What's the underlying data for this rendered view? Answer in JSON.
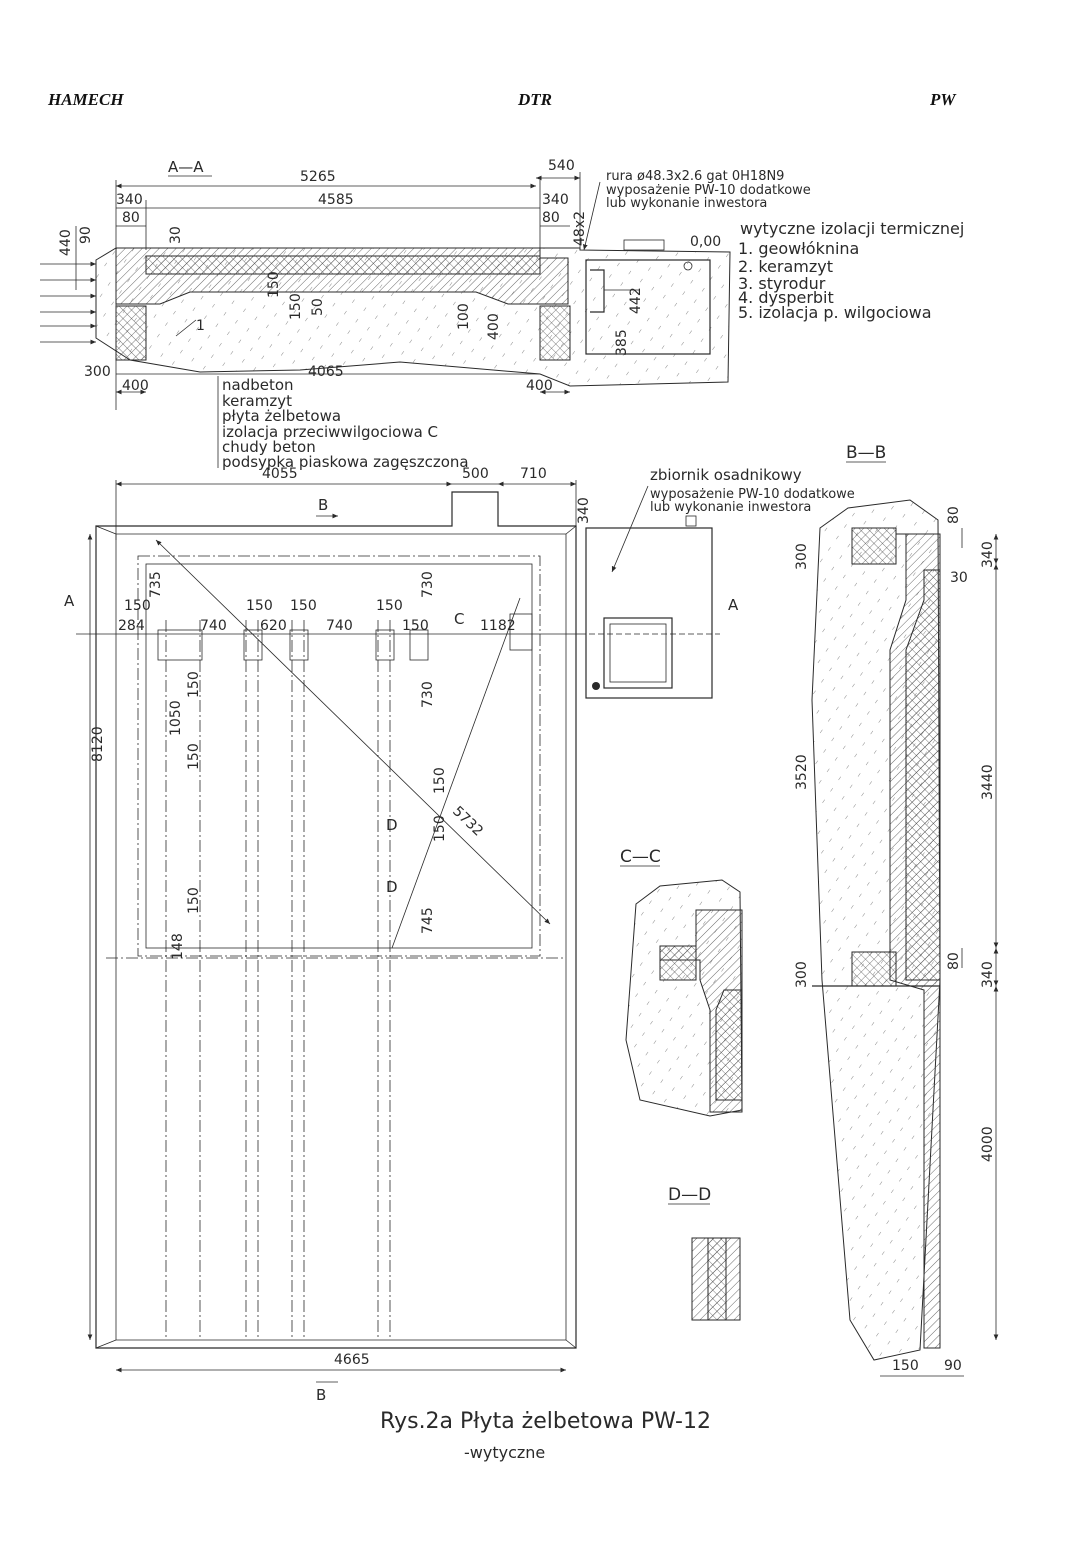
{
  "header": {
    "left": "HAMECH",
    "center": "DTR",
    "right": "PW"
  },
  "section_aa": {
    "title": "A—A",
    "dims_top": [
      "5265",
      "540",
      "340",
      "4585",
      "340",
      "80",
      "80"
    ],
    "dims_left": [
      "440",
      "90",
      "30"
    ],
    "dims_inner": [
      "150",
      "50",
      "100",
      "400",
      "442",
      "385",
      "1",
      "0,00"
    ],
    "dims_bottom": [
      "300",
      "400",
      "4065",
      "400"
    ],
    "pipe_note": [
      "rura ø48.3x2.6 gat 0H18N9",
      "wyposażenie PW-10 dodatkowe",
      "lub wykonanie inwestora"
    ],
    "pipe_dim": "48x2",
    "insulation_title": "wytyczne izolacji termicznej",
    "insulation_items": [
      "1. geowłóknina",
      "2. keramzyt",
      "3. styrodur",
      "4. dysperbit",
      "5. izolacja p. wilgociowa"
    ],
    "layers": [
      "nadbeton",
      "keramzyt",
      "płyta żelbetowa",
      "izolacja przeciwwilgociowa C",
      "chudy beton",
      "podsypka piaskowa zagęszczona"
    ]
  },
  "plan": {
    "dims_top": [
      "4055",
      "500",
      "710",
      "340"
    ],
    "dims_left": [
      "8120"
    ],
    "dims_bottom": [
      "4665"
    ],
    "section_marks": [
      "A",
      "A",
      "B",
      "B",
      "C",
      "D",
      "D"
    ],
    "dims_row": [
      "150",
      "284",
      "740",
      "150",
      "620",
      "150",
      "740",
      "150",
      "150",
      "1182"
    ],
    "dims_vertical": [
      "735",
      "730",
      "150",
      "1050",
      "730",
      "150",
      "150",
      "150",
      "745",
      "150",
      "148"
    ],
    "diagonal": "5732",
    "tank_label": "zbiornik osadnikowy",
    "tank_note": [
      "wyposażenie PW-10 dodatkowe",
      "lub wykonanie inwestora"
    ]
  },
  "section_bb": {
    "title": "B—B",
    "dims_right": [
      "80",
      "340",
      "30",
      "3440",
      "80",
      "340",
      "4000"
    ],
    "dims_left": [
      "300",
      "3520",
      "300"
    ],
    "dims_bottom": [
      "150",
      "90"
    ]
  },
  "section_cc": {
    "title": "C—C"
  },
  "section_dd": {
    "title": "D—D"
  },
  "caption": {
    "line1": "Rys.2a Płyta żelbetowa PW-12",
    "line2": "-wytyczne"
  }
}
